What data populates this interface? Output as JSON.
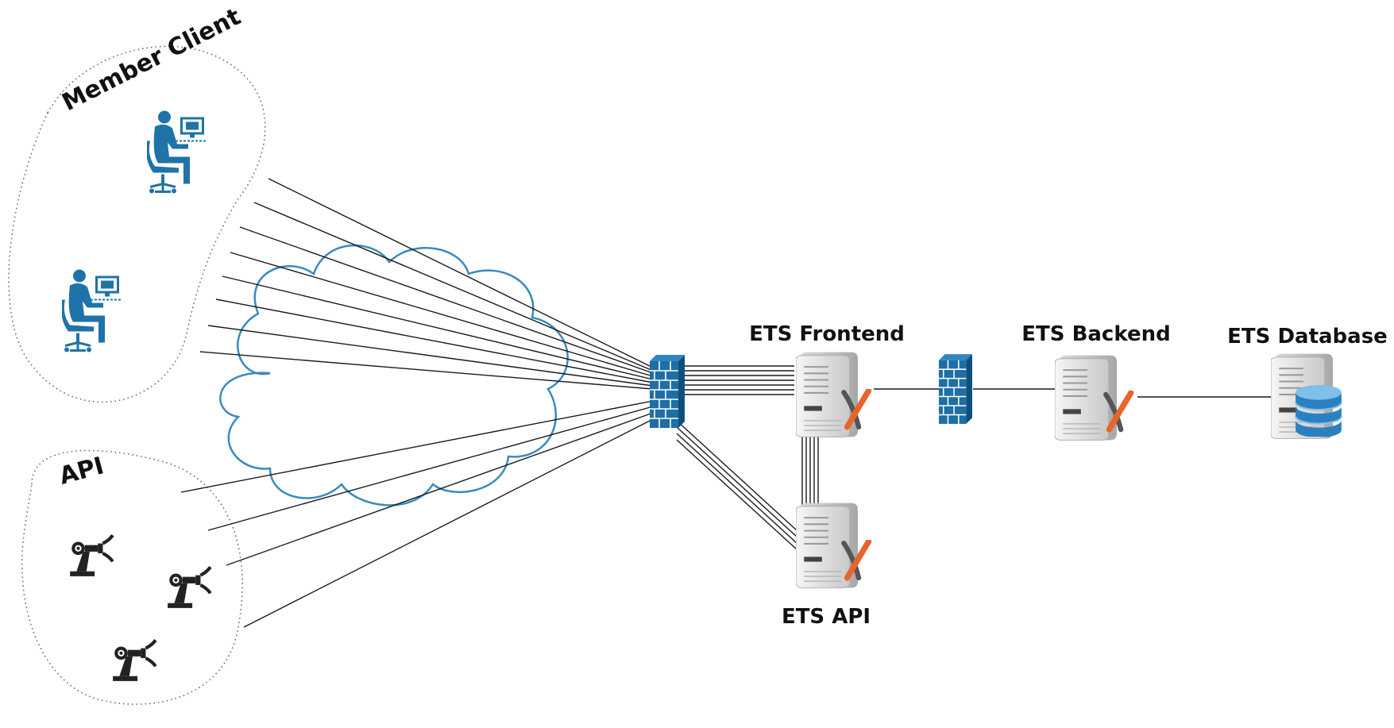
{
  "groups": {
    "member_client": {
      "label": "Member Client"
    },
    "api": {
      "label": "API"
    }
  },
  "nodes": {
    "frontend": {
      "label": "ETS Frontend"
    },
    "backend": {
      "label": "ETS Backend"
    },
    "database": {
      "label": "ETS Database"
    },
    "api_server": {
      "label": "ETS API"
    }
  },
  "colors": {
    "firewall": "#1d6fa5",
    "firewall_light": "#2f86c0",
    "cloud_stroke": "#3b8bbd",
    "client_icon": "#1f73a8",
    "robot_icon": "#222222",
    "x_orange": "#e8652a",
    "db_blue": "#2b80c0"
  }
}
